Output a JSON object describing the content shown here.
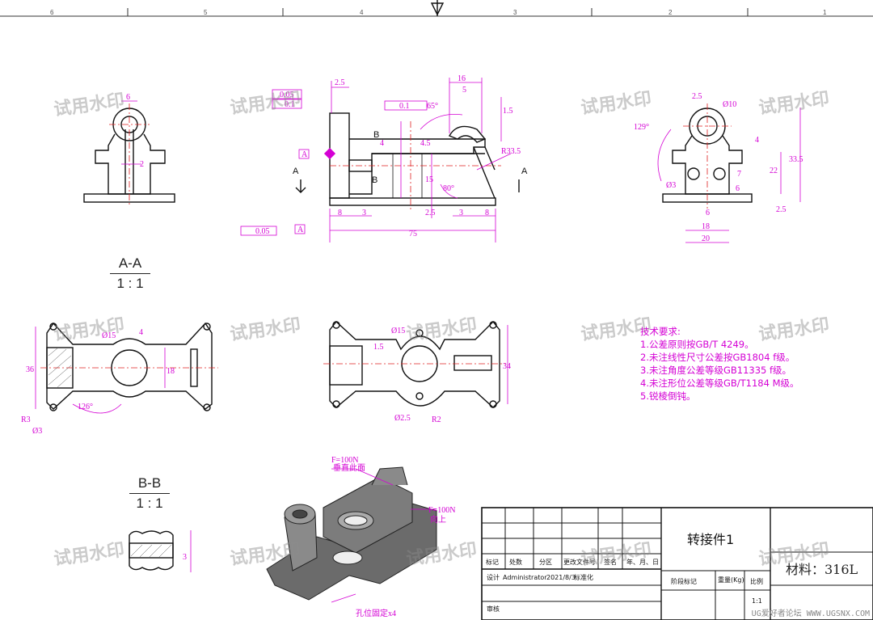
{
  "colors": {
    "dimension": "#d400d4",
    "outline": "#111111",
    "centerline": "#e02020",
    "watermark": "#8c8c8c"
  },
  "ruler": {
    "zones": [
      "6",
      "5",
      "4",
      "3",
      "2",
      "1"
    ]
  },
  "watermark": "试用水印",
  "views": {
    "front": {
      "left_dims": [
        "2.5",
        "0.05",
        "0.1",
        "A"
      ],
      "tol_mid": "0.1",
      "angle_top": "65°",
      "top_dims": [
        "16",
        "5"
      ],
      "right_dims": [
        "1.5",
        "R33.5",
        "80°"
      ],
      "small": [
        "4.5",
        "4",
        "15",
        "2.5",
        "8",
        "3",
        "3",
        "8"
      ],
      "overall": "75",
      "flat_tol": "0.05",
      "datum": "A",
      "datum_b": "B",
      "section_a": "A",
      "section_b": "B"
    },
    "left": {
      "dims": [
        "6",
        "2"
      ]
    },
    "right": {
      "dims": [
        "2.5",
        "Ø10",
        "129°",
        "Ø3",
        "4",
        "7",
        "22",
        "33.5",
        "6",
        "6",
        "18",
        "20",
        "2.5"
      ]
    },
    "section_aa": {
      "label": "A-A",
      "scale": "1 : 1",
      "dims": [
        "Ø15",
        "4",
        "36",
        "18",
        "126°",
        "R3",
        "Ø3"
      ]
    },
    "section_aa_right": {
      "dims": [
        "Ø15",
        "1.5",
        "34",
        "Ø2.5",
        "R2"
      ]
    },
    "section_bb": {
      "label": "B-B",
      "scale": "1 : 1",
      "dims": [
        "3"
      ]
    }
  },
  "iso_notes": {
    "force1": "F=100N",
    "force1_dir": "垂直此面",
    "force2": "F=100N",
    "force2_dir": "向上",
    "fixed": "孔位固定x4"
  },
  "tech_notes": {
    "title": "技术要求:",
    "items": [
      "1.公差原则按GB/T 4249。",
      "2.未注线性尺寸公差按GB1804 f级。",
      "3.未注角度公差等级GB11335 f级。",
      "4.未注形位公差等级GB/T1184 M级。",
      "5.锐棱倒钝。"
    ]
  },
  "title_block": {
    "part_name": "转接件1",
    "material": "材料：316L",
    "headers": [
      "标记",
      "处数",
      "分区",
      "更改文件号",
      "签名",
      "年、月、日"
    ],
    "design_label": "设计",
    "designer": "Administrator",
    "date": "2021/8/3",
    "standard_label": "标准化",
    "stage_label": "阶段标记",
    "weight_label": "重量(Kg)",
    "ratio_label": "比例",
    "ratio_value": "1:1",
    "review_label": "审核"
  },
  "footer": "UG爱好者论坛 WWW.UGSNX.COM"
}
